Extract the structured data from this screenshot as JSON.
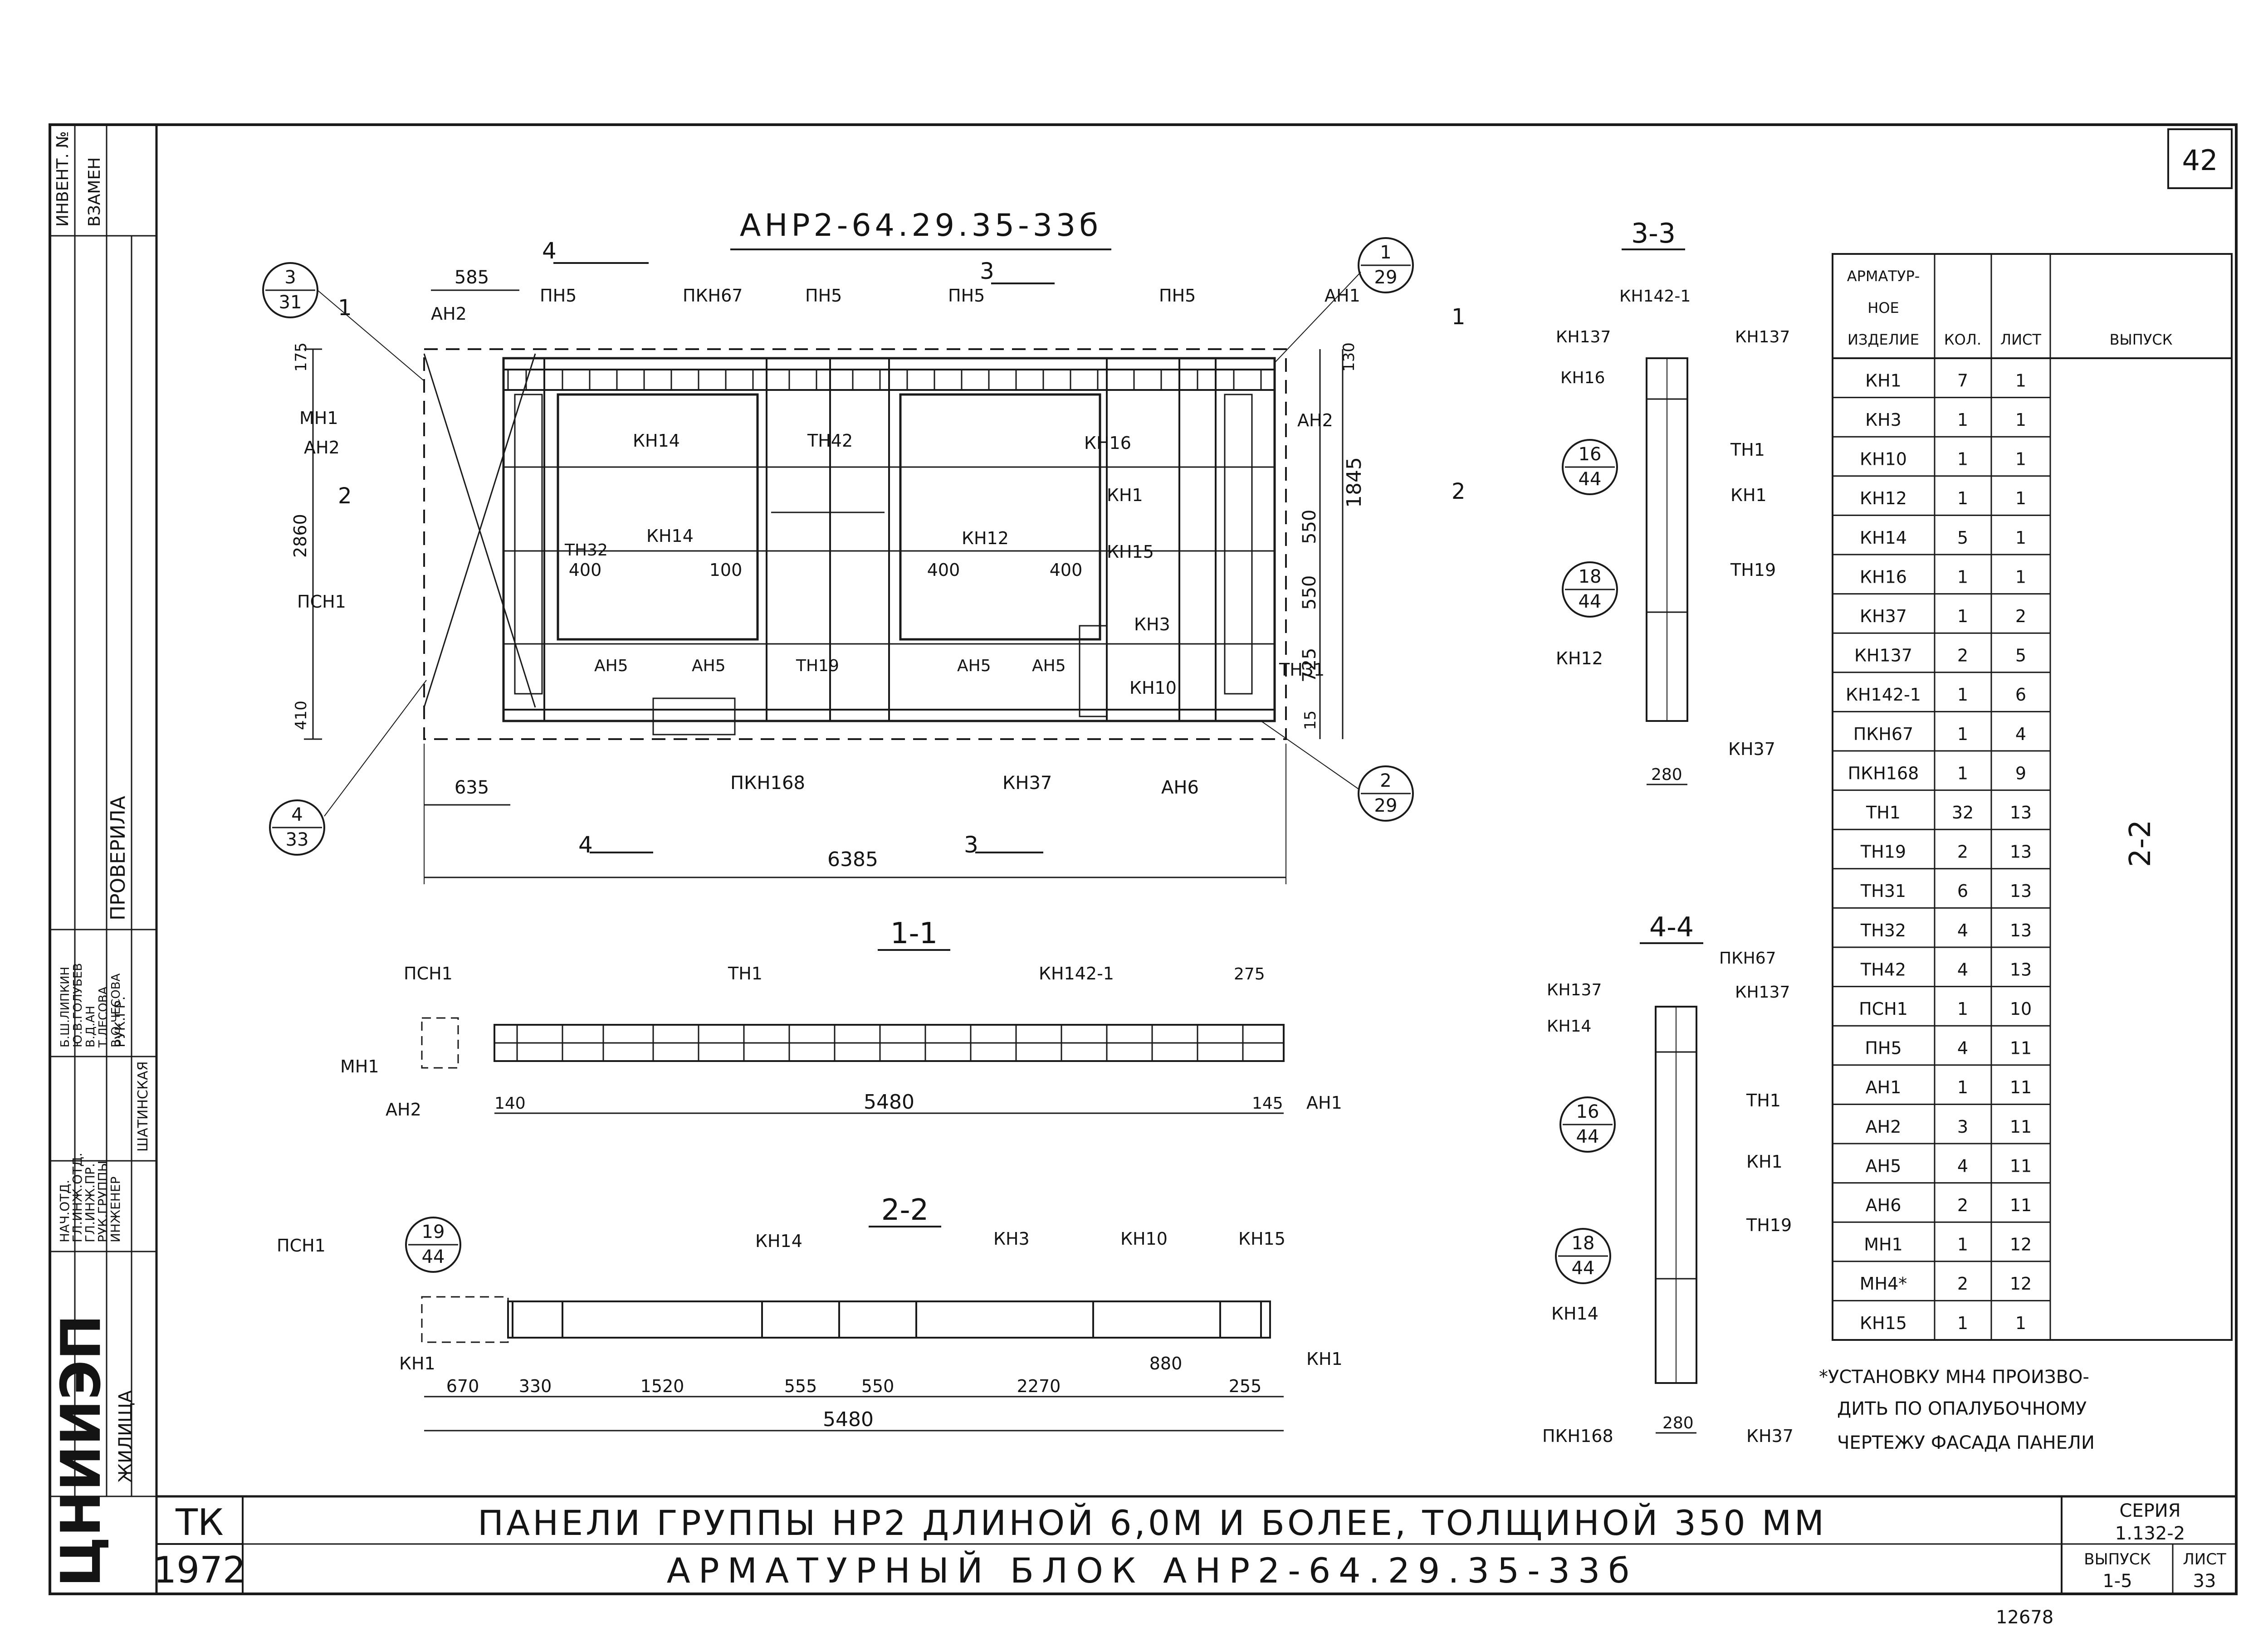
{
  "sheet_number": "42",
  "assembly_title": "АНР2-64.29.35-33б",
  "sections": {
    "s11": "1-1",
    "s22": "2-2",
    "s33": "3-3",
    "s44": "4-4"
  },
  "section_marks": {
    "m1": "1",
    "m2": "2",
    "m3": "3",
    "m4": "4"
  },
  "callouts": [
    {
      "top": "3",
      "bottom": "31"
    },
    {
      "top": "1",
      "bottom": "29"
    },
    {
      "top": "4",
      "bottom": "33"
    },
    {
      "top": "2",
      "bottom": "29"
    },
    {
      "top": "16",
      "bottom": "44"
    },
    {
      "top": "18",
      "bottom": "44"
    },
    {
      "top": "19",
      "bottom": "44"
    },
    {
      "top": "16",
      "bottom": "44"
    },
    {
      "top": "18",
      "bottom": "44"
    }
  ],
  "plan_labels": {
    "pn5": "ПН5",
    "pkn67": "ПКН67",
    "an1": "АН1",
    "an2": "АН2",
    "mn1": "МН1",
    "kn14": "КН14",
    "tn42": "ТН42",
    "kn16": "КН16",
    "kn1": "КН1",
    "psn1": "ПСН1",
    "tn32": "ТН32",
    "kn12": "КН12",
    "kn15": "КН15",
    "kn3": "КН3",
    "an5": "АН5",
    "tn19": "ТН19",
    "kn10": "КН10",
    "tn31": "ТН31",
    "pkn168": "ПКН168",
    "kn37": "КН37",
    "an6": "АН6"
  },
  "plan_dims": {
    "d585": "585",
    "d175": "175",
    "d2860": "2860",
    "d410": "410",
    "d635": "635",
    "d6385": "6385",
    "d400a": "400",
    "d400b": "400",
    "d400c": "400",
    "d100": "100",
    "d550a": "550",
    "d550b": "550",
    "d725": "725",
    "d15": "15",
    "d1845": "1845",
    "d130": "130"
  },
  "s11_labels": {
    "psn1": "ПСН1",
    "tn1": "ТН1",
    "kn1421": "КН142-1",
    "mn1": "МН1",
    "an2": "АН2",
    "an1": "АН1",
    "d275": "275",
    "d140": "140",
    "d5480": "5480",
    "d145": "145"
  },
  "s22_labels": {
    "psn1": "ПСН1",
    "kn14": "КН14",
    "kn3": "КН3",
    "kn10": "КН10",
    "kn15": "КН15",
    "kn1a": "КН1",
    "kn1b": "КН1",
    "d670": "670",
    "d330": "330",
    "d1520": "1520",
    "d555": "555",
    "d550": "550",
    "d2270": "2270",
    "d880": "880",
    "d255": "255",
    "d5480": "5480"
  },
  "s33_labels": {
    "kn1421": "КН142-1",
    "kn137a": "КН137",
    "kn137b": "КН137",
    "kn16": "КН16",
    "tn1": "ТН1",
    "kn1": "КН1",
    "tn19": "ТН19",
    "kn12": "КН12",
    "kn37": "КН37",
    "d280": "280"
  },
  "s44_labels": {
    "pkn67": "ПКН67",
    "kn137a": "КН137",
    "kn137b": "КН137",
    "kn14a": "КН14",
    "tn1": "ТН1",
    "kn1": "КН1",
    "tn19": "ТН19",
    "kn14b": "КН14",
    "pkn168": "ПКН168",
    "kn37": "КН37",
    "d280": "280"
  },
  "spec_table": {
    "headers": [
      "АРМАТУР-НОЕ ИЗДЕЛИЕ",
      "КОЛ.",
      "ЛИСТ",
      "ВЫПУСК"
    ],
    "rows": [
      [
        "КН1",
        "7",
        "1"
      ],
      [
        "КН3",
        "1",
        "1"
      ],
      [
        "КН10",
        "1",
        "1"
      ],
      [
        "КН12",
        "1",
        "1"
      ],
      [
        "КН14",
        "5",
        "1"
      ],
      [
        "КН16",
        "1",
        "1"
      ],
      [
        "КН37",
        "1",
        "2"
      ],
      [
        "КН137",
        "2",
        "5"
      ],
      [
        "КН142-1",
        "1",
        "6"
      ],
      [
        "ПКН67",
        "1",
        "4"
      ],
      [
        "ПКН168",
        "1",
        "9"
      ],
      [
        "ТН1",
        "32",
        "13"
      ],
      [
        "ТН19",
        "2",
        "13"
      ],
      [
        "ТН31",
        "6",
        "13"
      ],
      [
        "ТН32",
        "4",
        "13"
      ],
      [
        "ТН42",
        "4",
        "13"
      ],
      [
        "ПСН1",
        "1",
        "10"
      ],
      [
        "ПН5",
        "4",
        "11"
      ],
      [
        "АН1",
        "1",
        "11"
      ],
      [
        "АН2",
        "3",
        "11"
      ],
      [
        "АН5",
        "4",
        "11"
      ],
      [
        "АН6",
        "2",
        "11"
      ],
      [
        "МН1",
        "1",
        "12"
      ],
      [
        "МН4*",
        "2",
        "12"
      ],
      [
        "КН15",
        "1",
        "1"
      ]
    ],
    "issue": "2-2"
  },
  "footnote": [
    "*УСТАНОВКУ МН4 ПРОИЗВО-",
    "ДИТЬ ПО ОПАЛУБОЧНОМУ",
    "ЧЕРТЕЖУ ФАСАДА ПАНЕЛИ"
  ],
  "title_block": {
    "org": "ЦНИИЭП",
    "dept": "ЖИЛИЩА",
    "tk": "ТК",
    "year": "1972",
    "title_line1": "ПАНЕЛИ ГРУППЫ НР2 ДЛИНОЙ 6,0М И БОЛЕЕ, ТОЛЩИНОЙ 350 ММ",
    "title_line2": "АРМАТУРНЫЙ БЛОК АНР2-64.29.35-33б",
    "series_label": "СЕРИЯ",
    "series": "1.132-2",
    "issue_label": "ВЫПУСК",
    "issue": "1-5",
    "sheet_label": "ЛИСТ",
    "sheet": "33"
  },
  "side_stamp": {
    "inv": "ИНВЕНТ. №",
    "replace": "ВЗАМЕН",
    "checked": "ПРОВЕРИЛА",
    "roles": [
      "НАЧ.ОТД.",
      "ГЛ.ИНЖ.ОТД.",
      "ГЛ.ИНЖ.ПР.",
      "РУК.ГРУППЫ",
      "ИНЖЕНЕР"
    ],
    "names": [
      "Б.Ш.ЛИПКИН",
      "Ю.В.ГОЛУБЕВ",
      "В.Д.АН",
      "Т.ЛЕСОВА",
      "В.О.ЧЕСОВА"
    ],
    "rg": "РУК.ГР.",
    "checker": "ШАТИНСКАЯ"
  },
  "doc_number": "12678"
}
